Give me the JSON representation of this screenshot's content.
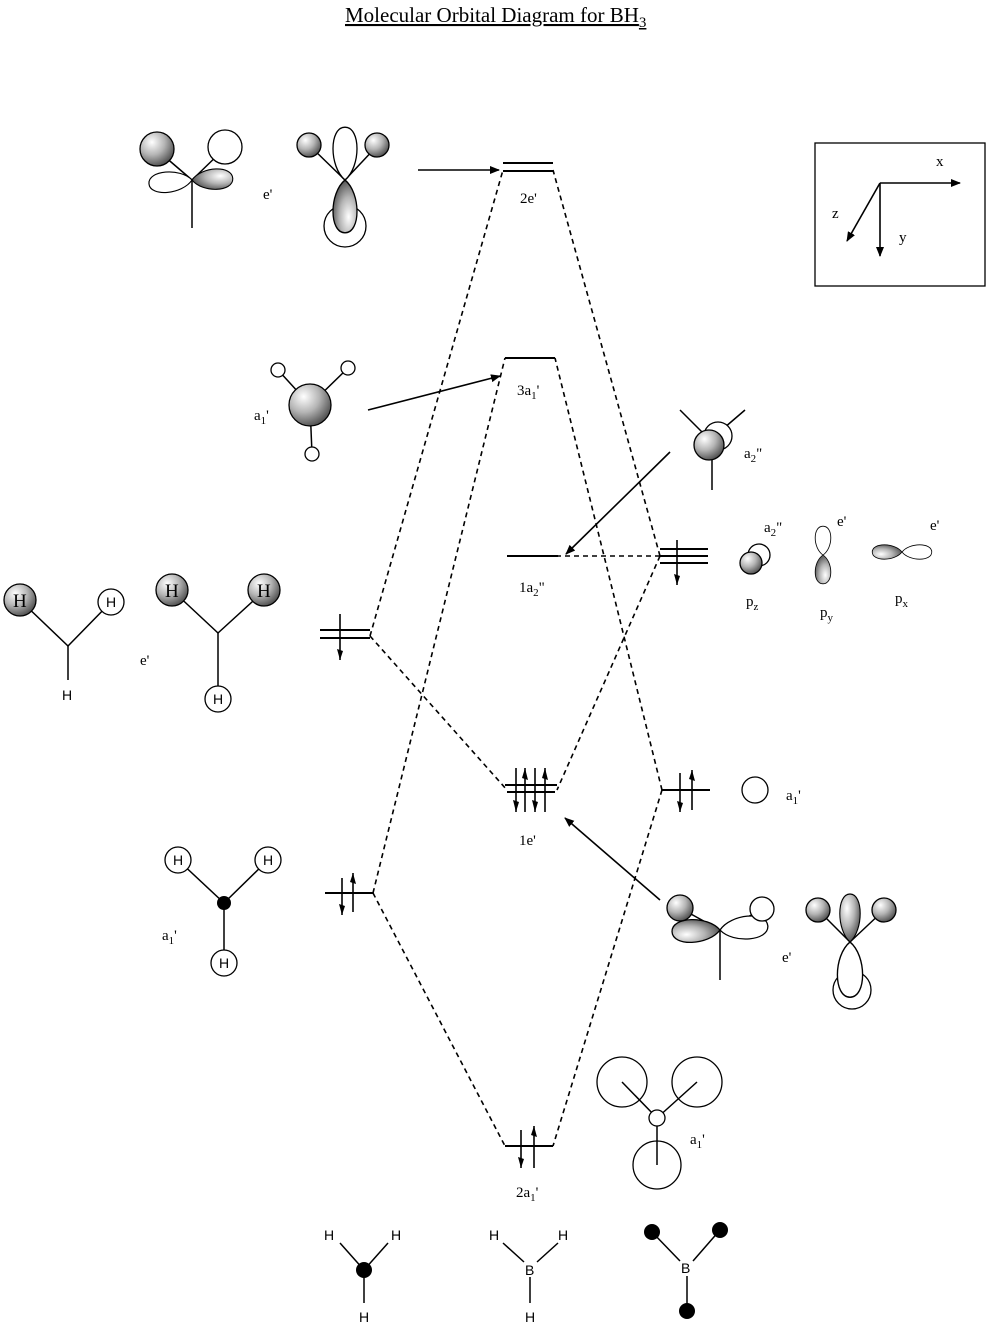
{
  "title": {
    "text": "Molecular Orbital Diagram for BH",
    "sub": "3"
  },
  "levels": {
    "e2": "2e'",
    "a3": {
      "pre": "3a",
      "sub": "1",
      "post": "'"
    },
    "a2_1": {
      "pre": "1a",
      "sub": "2",
      "post": "\""
    },
    "e1": "1e'",
    "a1_2": {
      "pre": "2a",
      "sub": "1",
      "post": "'"
    }
  },
  "symmetry": {
    "e_prime": "e'",
    "a1": {
      "pre": "a",
      "sub": "1",
      "post": "'"
    },
    "a2": {
      "pre": "a",
      "sub": "2",
      "post": "\""
    }
  },
  "p_orbitals": {
    "pz": {
      "pre": "p",
      "sub": "z"
    },
    "py": {
      "pre": "p",
      "sub": "y"
    },
    "px": {
      "pre": "p",
      "sub": "x"
    }
  },
  "axes": {
    "x": "x",
    "y": "y",
    "z": "z"
  },
  "atoms": {
    "H": "H",
    "B": "B"
  },
  "colors": {
    "line": "#000000",
    "shade_light": "#ffffff",
    "shade_dark": "#555555"
  }
}
